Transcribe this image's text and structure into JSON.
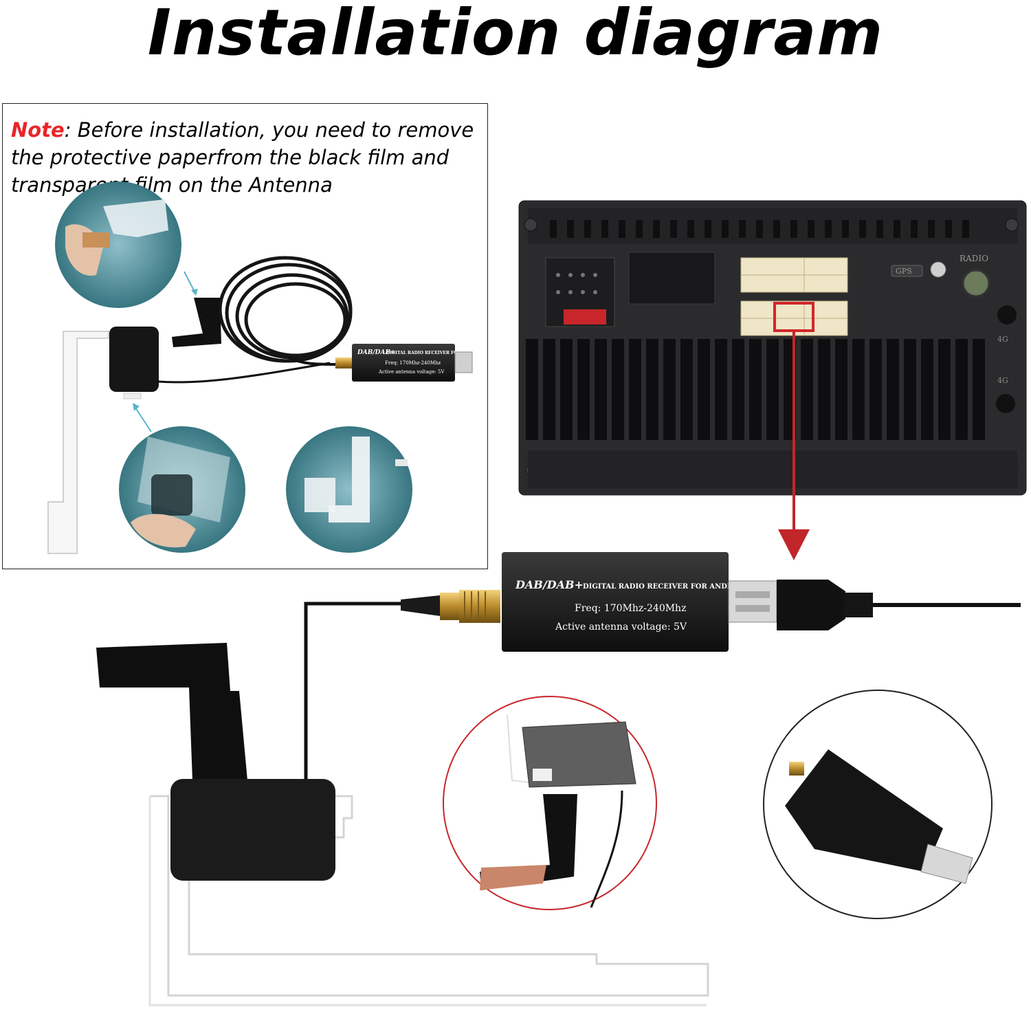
{
  "title": "Installation diagram",
  "note": {
    "label": "Note",
    "text": ": Before installation, you need to remove the protective paperfrom the black film and transparent film on the Antenna"
  },
  "receiver": {
    "brand": "DAB/DAB+",
    "subtitle": "DIGITAL RADIO RECEIVER FOR ANDROID",
    "freq": "Freq: 170Mhz-240Mhz",
    "voltage": "Active antenna voltage: 5V"
  },
  "small_receiver": {
    "brand": "DAB/DAB+",
    "subtitle": "DIGITAL RADIO RECEIVER FOR ANDROID",
    "freq": "Freq: 170Mhz-240Mhz",
    "voltage": "Active antenna voltage: 5V"
  },
  "head_unit": {
    "gps_label": "GPS",
    "radio_label": "RADIO",
    "label_4g_top": "4G",
    "label_4g_bottom": "4G"
  },
  "colors": {
    "arrow": "#c0262a",
    "note_label": "#e8262a",
    "highlight": "#d3262a",
    "connector": "#efe6c8"
  }
}
